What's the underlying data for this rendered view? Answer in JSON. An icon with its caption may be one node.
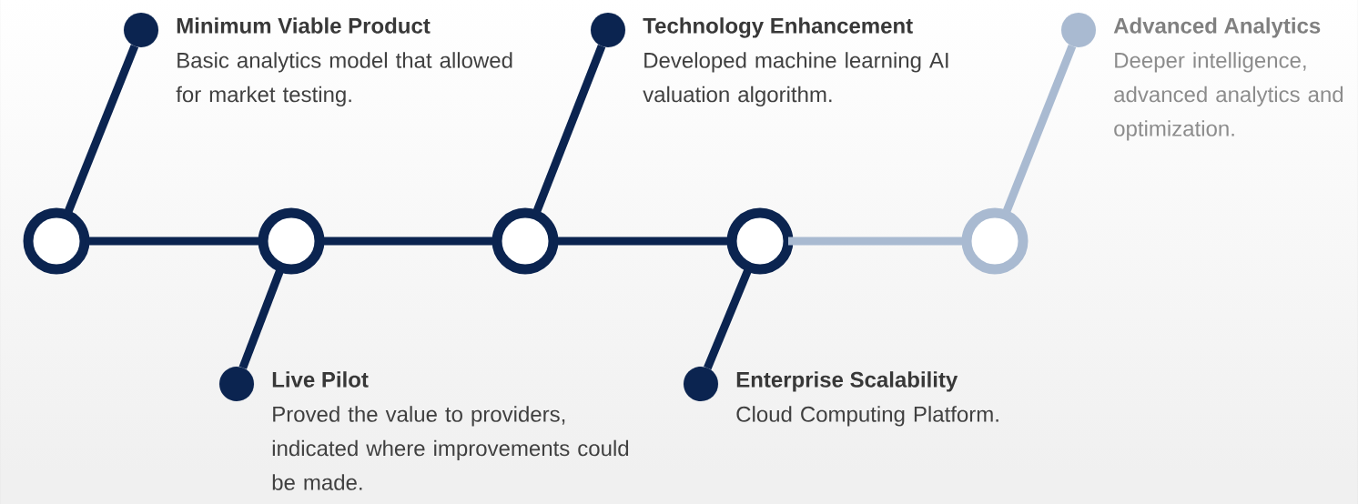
{
  "diagram": {
    "nodes": [
      {
        "text": [],
        "shape": "circle"
      },
      {
        "text": [],
        "shape": "circle"
      },
      {
        "text": [],
        "shape": "circle"
      },
      {
        "text": [],
        "shape": "circle"
      },
      {
        "text": [],
        "shape": "circle"
      },
      {
        "text": [],
        "shape": "circle",
        "beside": [
          "Minimum Viable Product",
          "Basic analytics model that allowed for market testing."
        ]
      },
      {
        "text": [],
        "shape": "circle",
        "beside": [
          "Live Pilot",
          "Proved the value to providers, indicated where improvements could be made."
        ]
      },
      {
        "text": [],
        "shape": "circle",
        "beside": [
          "Technology Enhancement",
          "Developed machine learning AI valuation algorithm."
        ]
      },
      {
        "text": [],
        "shape": "circle",
        "beside": [
          "Enterprise Scalability",
          "Cloud Computing Platform."
        ]
      },
      {
        "text": [],
        "shape": "circle",
        "beside": [
          "Advanced Analytics",
          "Deeper intelligence, advanced analytics and optimization."
        ]
      }
    ],
    "edges": [
      {
        "from": 0,
        "to": 1,
        "arrow": "none"
      },
      {
        "from": 1,
        "to": 2,
        "arrow": "none"
      },
      {
        "from": 2,
        "to": 3,
        "arrow": "none"
      },
      {
        "from": 3,
        "to": 4,
        "arrow": "none",
        "color": "#a9bad1"
      },
      {
        "from": 0,
        "to": 5,
        "arrow": "none"
      },
      {
        "from": 1,
        "to": 6,
        "arrow": "none"
      },
      {
        "from": 2,
        "to": 7,
        "arrow": "none"
      },
      {
        "from": 3,
        "to": 8,
        "arrow": "none"
      },
      {
        "from": 4,
        "to": 9,
        "arrow": "none",
        "color": "#a9bad1"
      }
    ]
  }
}
